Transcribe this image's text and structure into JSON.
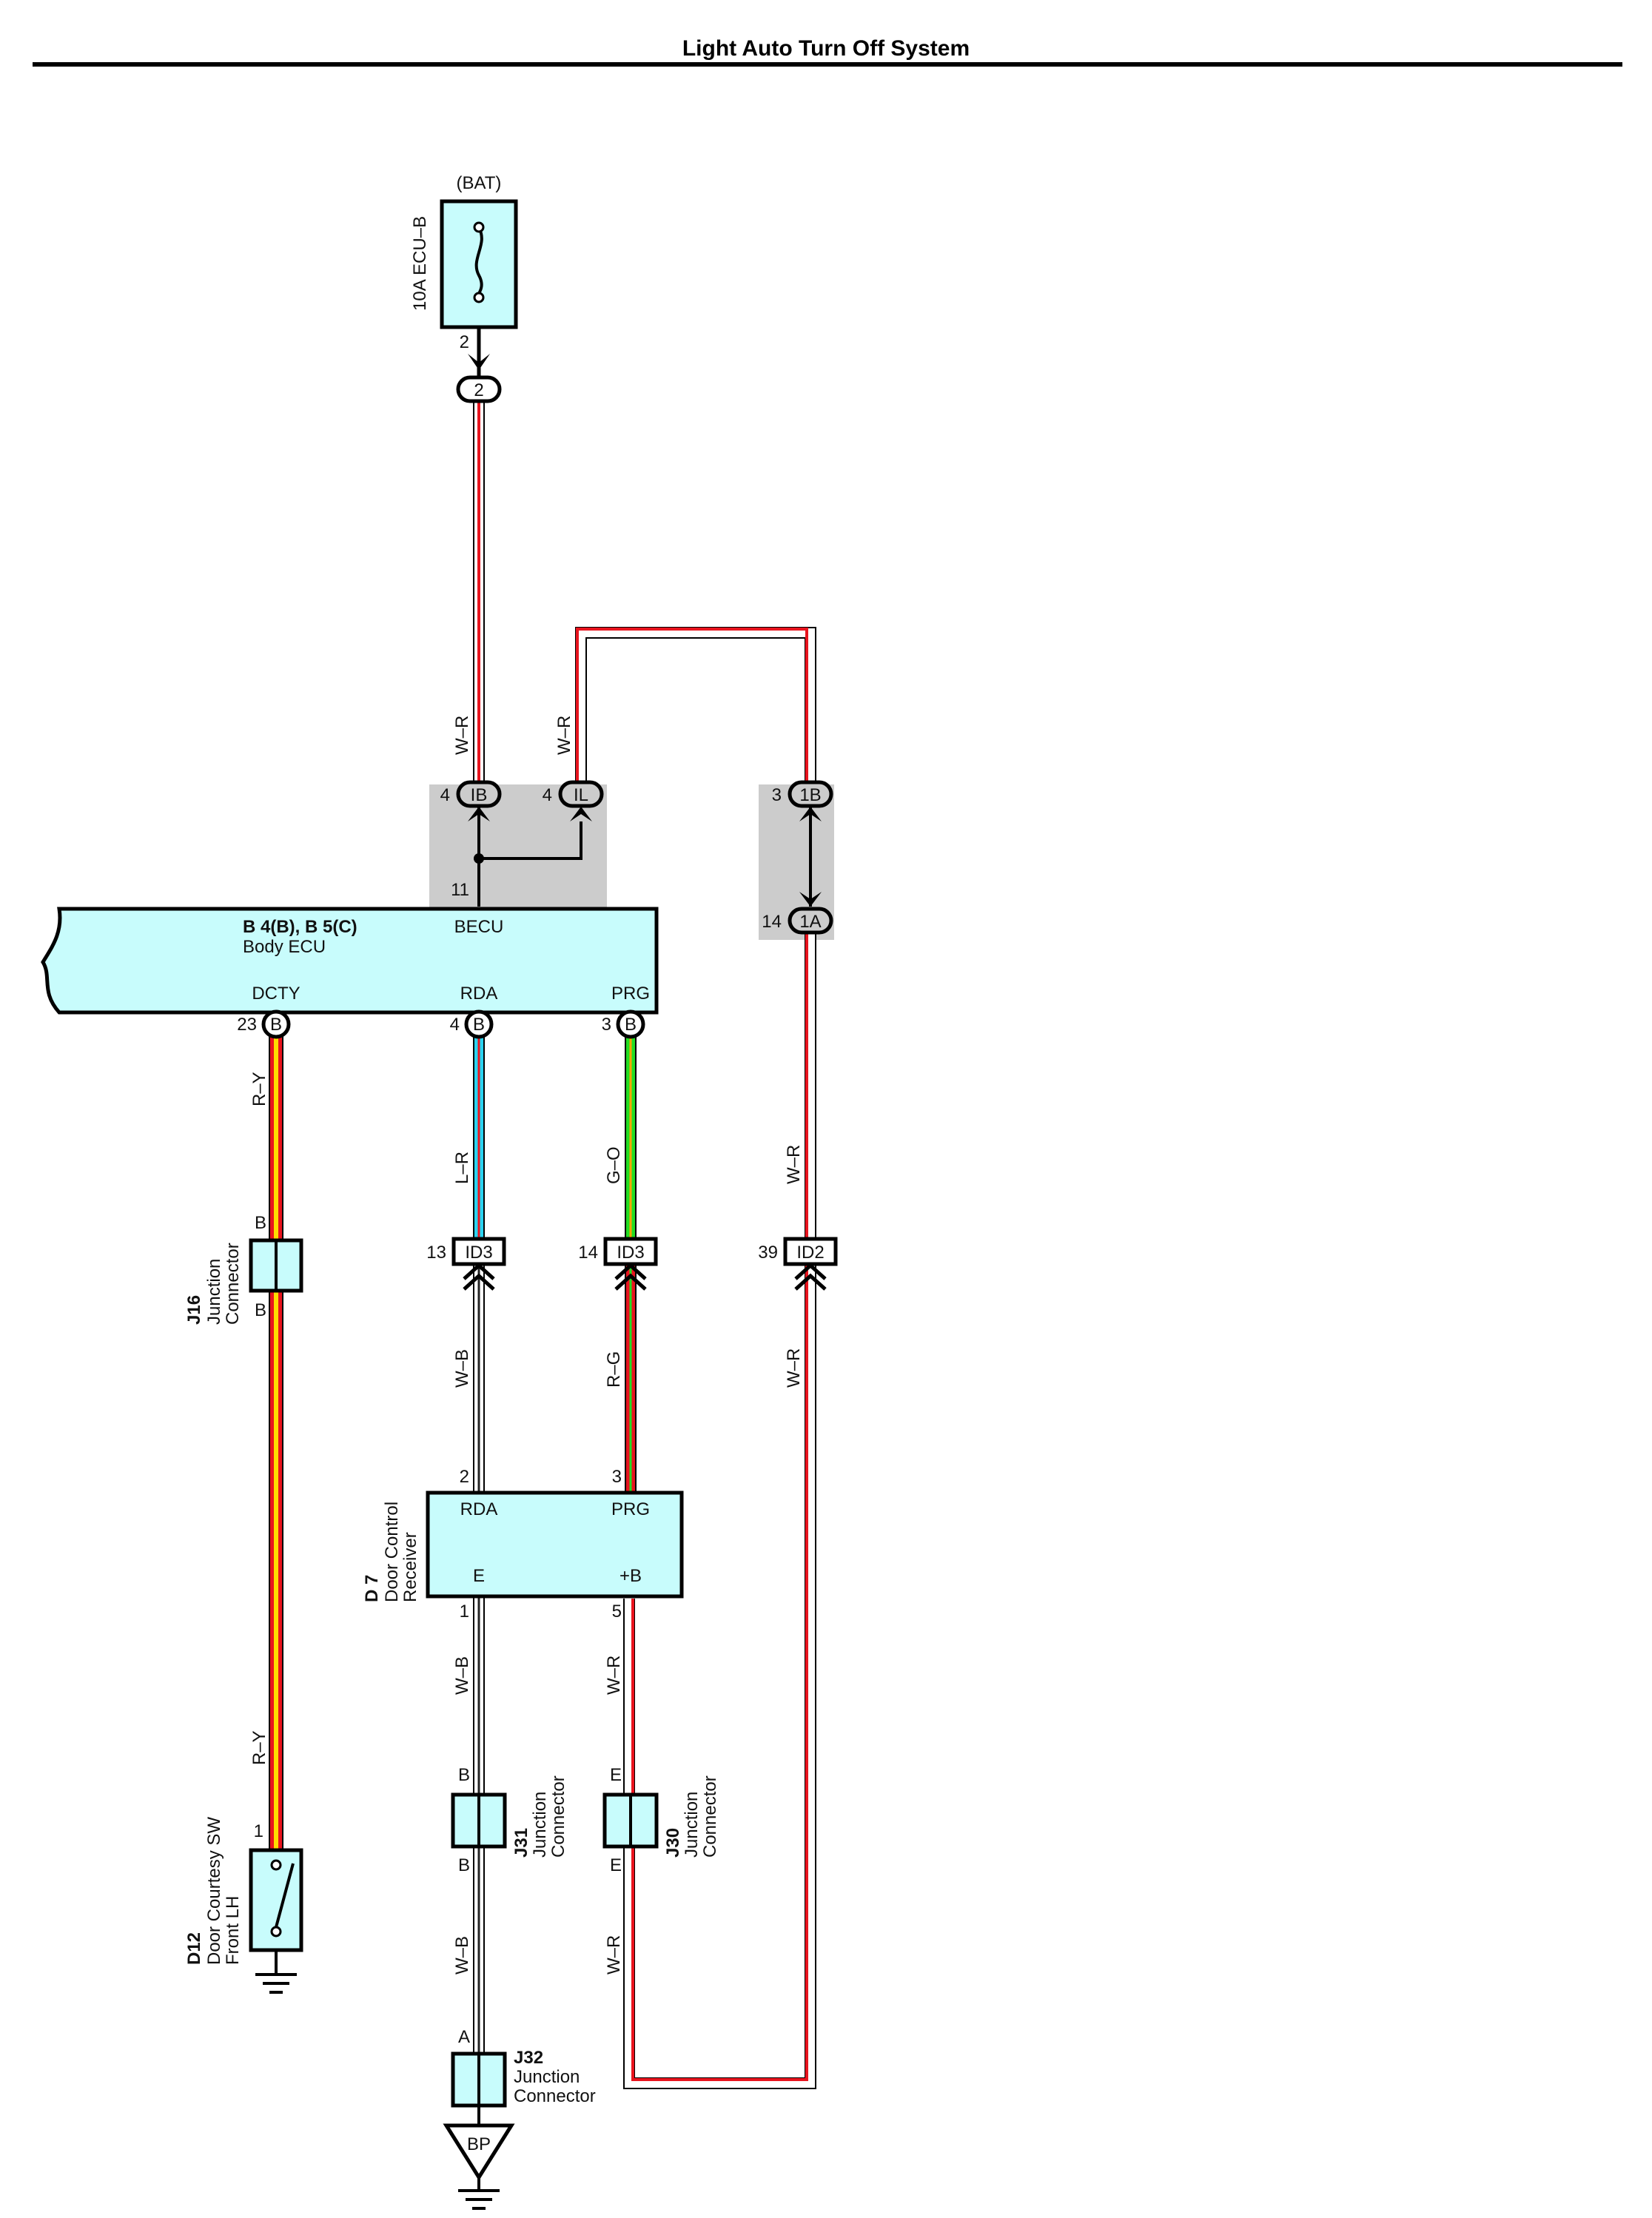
{
  "title": "Light Auto Turn Off System",
  "colors": {
    "white": "#ffffff",
    "red": "#e8141e",
    "yellow": "#ffdc00",
    "light_blue": "#2ad3f0",
    "green": "#22dd22",
    "black": "#222222",
    "component_fill": "#c8fcfc",
    "connector_area": "#cccccc"
  },
  "fuse": {
    "name": "10A ECU–B",
    "source": "(BAT)",
    "pin": "2",
    "connector": "2"
  },
  "junction_top": {
    "ib": {
      "pin": "4",
      "code": "IB"
    },
    "il": {
      "pin": "4",
      "code": "IL"
    },
    "one_b": {
      "pin": "3",
      "code": "1B"
    },
    "one_a": {
      "pin": "14",
      "code": "1A"
    }
  },
  "body_ecu": {
    "code": "B 4(B), B 5(C)",
    "name": "Body ECU",
    "becu_pin": "11",
    "becu_label": "BECU",
    "terminals": [
      {
        "label": "DCTY",
        "pin": "23",
        "conn": "B"
      },
      {
        "label": "RDA",
        "pin": "4",
        "conn": "B"
      },
      {
        "label": "PRG",
        "pin": "3",
        "conn": "B"
      }
    ]
  },
  "wires": {
    "fuse_to_ib": "W–R",
    "il_up": "W–R",
    "dcty_upper": "R–Y",
    "dcty_lower": "R–Y",
    "rda_upper": "L–R",
    "prg_upper": "G–O",
    "right_upper": "W–R",
    "right_lower": "W–R",
    "rda_lower": "W–B",
    "prg_lower": "R–G",
    "e_upper": "W–B",
    "e_lower": "W–B",
    "pb_upper": "W–R",
    "pb_lower": "W–R"
  },
  "inline_connectors": [
    {
      "pin": "13",
      "code": "ID3"
    },
    {
      "pin": "14",
      "code": "ID3"
    },
    {
      "pin": "39",
      "code": "ID2"
    }
  ],
  "j16": {
    "code": "J16",
    "name1": "Junction",
    "name2": "Connector",
    "pin_top": "B",
    "pin_bottom": "B"
  },
  "d12": {
    "code": "D12",
    "name1": "Door Courtesy SW",
    "name2": "Front LH",
    "pin": "1"
  },
  "d7": {
    "code": "D 7",
    "name1": "Door Control",
    "name2": "Receiver",
    "terms": {
      "rda": "RDA",
      "prg": "PRG",
      "e": "E",
      "pb": "+B"
    },
    "pins": {
      "rda": "2",
      "prg": "3",
      "e": "1",
      "pb": "5"
    }
  },
  "j31": {
    "code": "J31",
    "name1": "Junction",
    "name2": "Connector",
    "pin_top": "B",
    "pin_bottom": "B"
  },
  "j30": {
    "code": "J30",
    "name1": "Junction",
    "name2": "Connector",
    "pin_top": "E",
    "pin_bottom": "E"
  },
  "j32": {
    "code": "J32",
    "name1": "Junction",
    "name2": "Connector",
    "pin": "A"
  },
  "ground": {
    "code": "BP"
  }
}
